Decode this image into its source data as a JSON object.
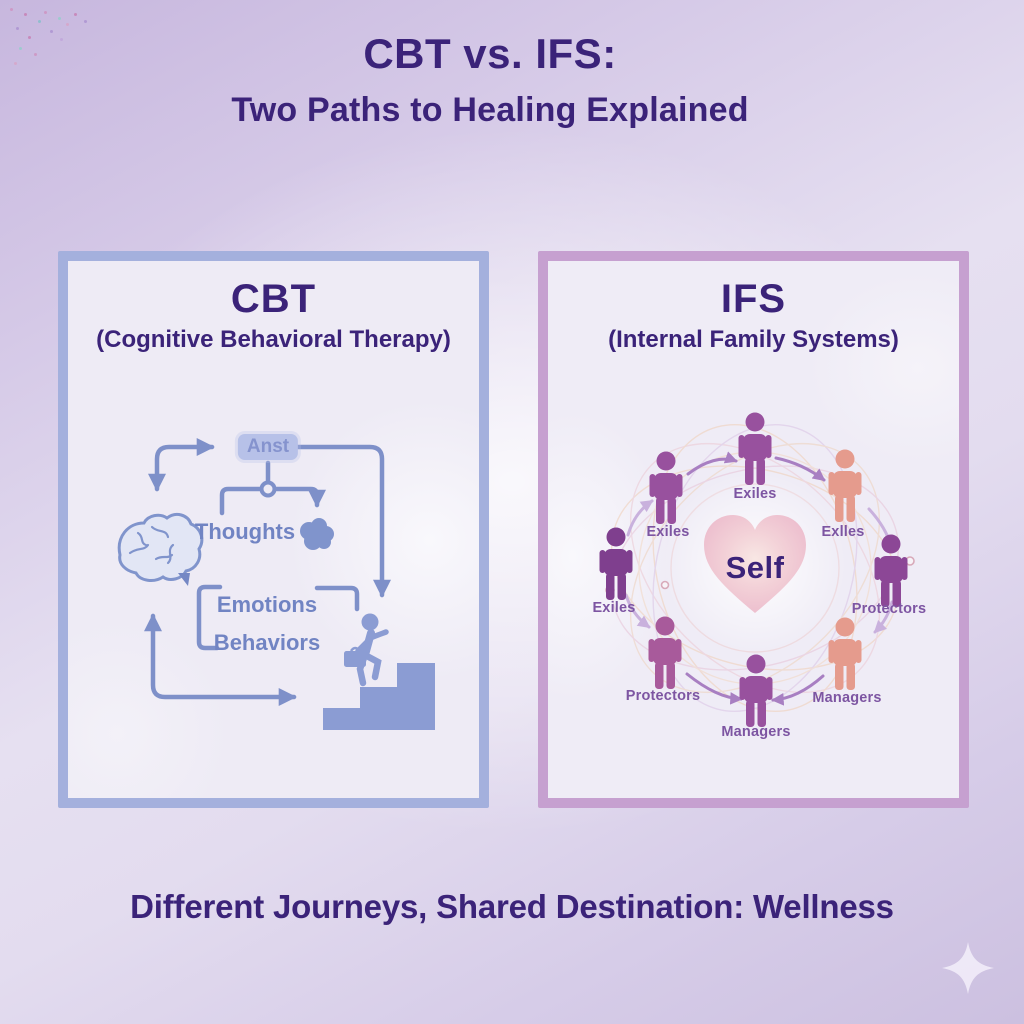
{
  "header": {
    "title": "CBT vs. IFS:",
    "subtitle": "Two Paths to Healing Explained"
  },
  "cbt_panel": {
    "title": "CBT",
    "subtitle": "(Cognitive Behavioral Therapy)",
    "flow": {
      "trigger_label": "Anst",
      "thoughts_label": "Thoughts",
      "emotions_label": "Emotions",
      "behaviors_label": "Behaviors"
    },
    "icons": [
      "brain-icon",
      "mini-brain-icon",
      "person-climbing-stairs-icon",
      "staircase-icon"
    ],
    "border_color": "#a4b0dd",
    "flow_color": "#7e90c9"
  },
  "ifs_panel": {
    "title": "IFS",
    "subtitle": "(Internal Family Systems)",
    "center_label": "Self",
    "figures": [
      {
        "position": "top",
        "label": "Exiles",
        "color": "#98519e"
      },
      {
        "position": "upper-left",
        "label": "Exiles",
        "color": "#98519e"
      },
      {
        "position": "upper-right",
        "label": "Exlles",
        "color": "#e59b8d"
      },
      {
        "position": "left",
        "label": "Exiles",
        "color": "#7f3f8e"
      },
      {
        "position": "right",
        "label": "Protectors",
        "color": "#8c4796"
      },
      {
        "position": "lower-left",
        "label": "Protectors",
        "color": "#a85a9b"
      },
      {
        "position": "lower-right",
        "label": "Managers",
        "color": "#e59b8d"
      },
      {
        "position": "bottom",
        "label": "Managers",
        "color": "#98519e"
      }
    ],
    "icons": [
      "person-figure-icon",
      "heart-icon",
      "connection-web"
    ],
    "border_color": "#c6a0d0",
    "heart_color": "#eec0cf"
  },
  "footer": {
    "tagline": "Different Journeys, Shared Destination: Wellness"
  },
  "decorations": {
    "sparkle_icon": "four-pointed-sparkle",
    "speckles": "corner-confetti-dots"
  },
  "colors": {
    "title_text": "#3b2379",
    "background": "#d5c9e7"
  }
}
